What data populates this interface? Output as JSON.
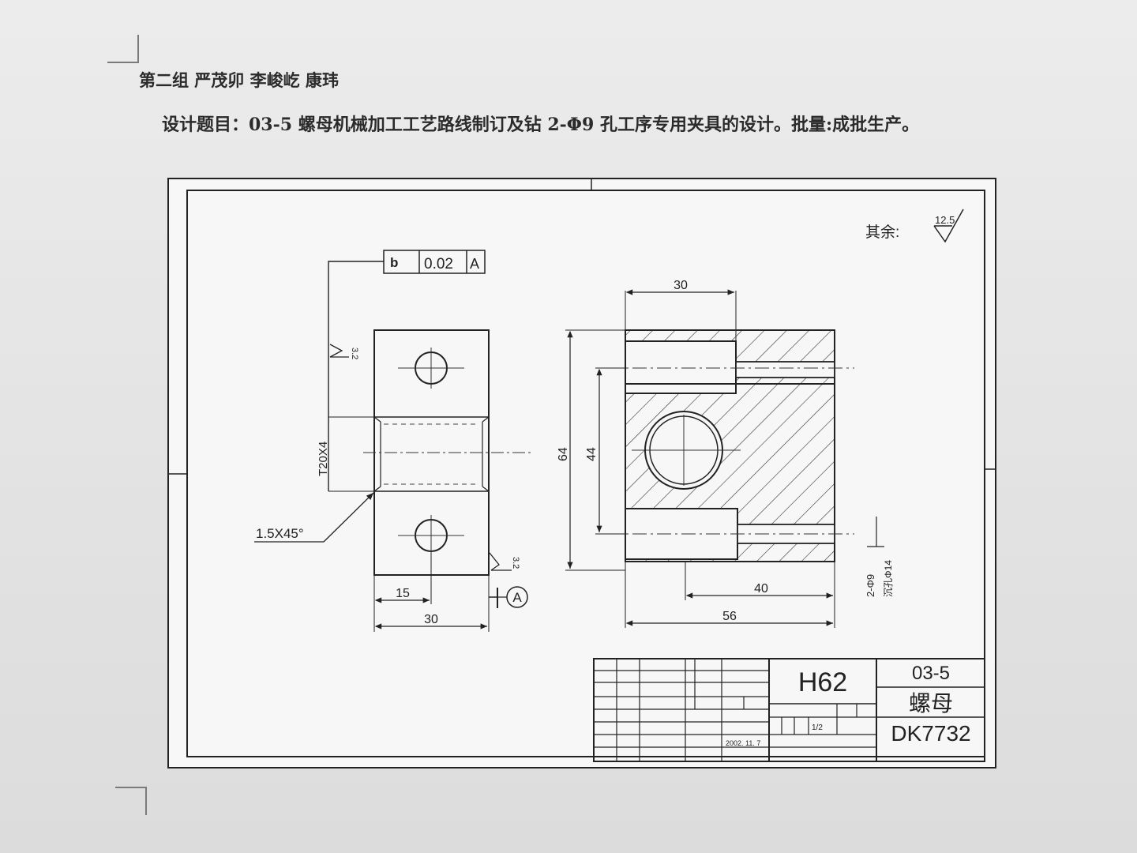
{
  "header": {
    "group_line": "第二组   严茂卯   李峻屹  康玮",
    "topic_line": "设计题目：03-5 螺母机械加工工艺路线制订及钻 2-Φ9 孔工序专用夹具的设计。批量:成批生产。"
  },
  "drawing": {
    "roughness_note": "其余:",
    "roughness_value": "12.5",
    "tolerance_frame": {
      "symbol": "b",
      "value": "0.02",
      "datum": "A"
    },
    "datum_label": "A",
    "left_view": {
      "thread_callout": "T20X4",
      "chamfer": "1.5X45°",
      "width_dim": "30",
      "half_dim": "15",
      "surface_finish_left": "3.2",
      "surface_finish_bottom": "3.2"
    },
    "section_view": {
      "top_dim": "30",
      "height_dim": "64",
      "hole_spacing_dim": "44",
      "hole_depth_dim": "40",
      "length_dim": "56",
      "hole_note_1": "2-Φ9",
      "hole_note_2": "沉孔Φ14"
    },
    "title_block": {
      "material": "H62",
      "drawing_number": "03-5",
      "part_name": "螺母",
      "code": "DK7732",
      "date": "2002. 11. 7",
      "scale": "1/2"
    }
  }
}
